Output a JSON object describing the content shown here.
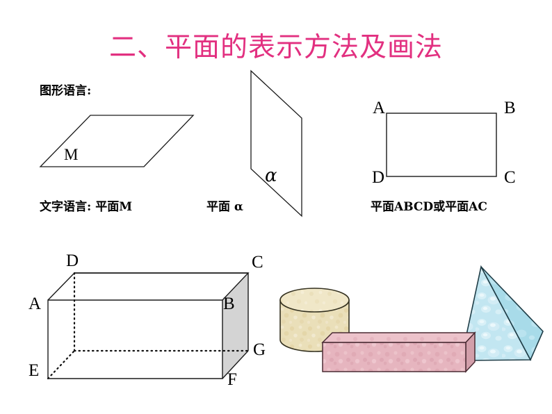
{
  "slide": {
    "title": "二、平面的表示方法及画法",
    "title_color": "#e23080",
    "background_color": "#ffffff"
  },
  "labels": {
    "graphic_language": "图形语言:",
    "text_language": "文字语言: 平面M",
    "plane_alpha_caption": "平面 α",
    "plane_abcd_caption": "平面ABCD或平面AC"
  },
  "figures": {
    "parallelogram_M": {
      "name": "平面M",
      "vertex_label": "M",
      "stroke": "#000000",
      "fill": "#ffffff"
    },
    "plane_alpha": {
      "name": "平面 α",
      "vertex_label": "α",
      "stroke": "#000000",
      "fill": "#ffffff"
    },
    "rectangle_ABCD": {
      "name": "平面ABCD或平面AC",
      "corners": [
        "A",
        "B",
        "C",
        "D"
      ],
      "stroke": "#000000",
      "fill": "#ffffff"
    },
    "cuboid": {
      "name": "长方体",
      "vertices": [
        "A",
        "B",
        "C",
        "D",
        "E",
        "F",
        "G"
      ],
      "shaded_face_color": "#d4d4d4",
      "stroke": "#000000",
      "hidden_edge_style": "dotted"
    },
    "cylinder": {
      "name": "圆柱",
      "fill": "#e9dcb4",
      "top_fill": "#efe4c4",
      "stroke": "#332f22"
    },
    "pink_prism": {
      "name": "长方体",
      "front_fill": "#e7b9c2",
      "top_fill": "#e9bfc8",
      "side_fill": "#d4a0ab",
      "stroke": "#4a2b33"
    },
    "pyramid": {
      "name": "棱锥",
      "left_fill": "#bfe4ef",
      "right_fill": "#a9dbe9",
      "stroke": "#1f3d47"
    }
  }
}
